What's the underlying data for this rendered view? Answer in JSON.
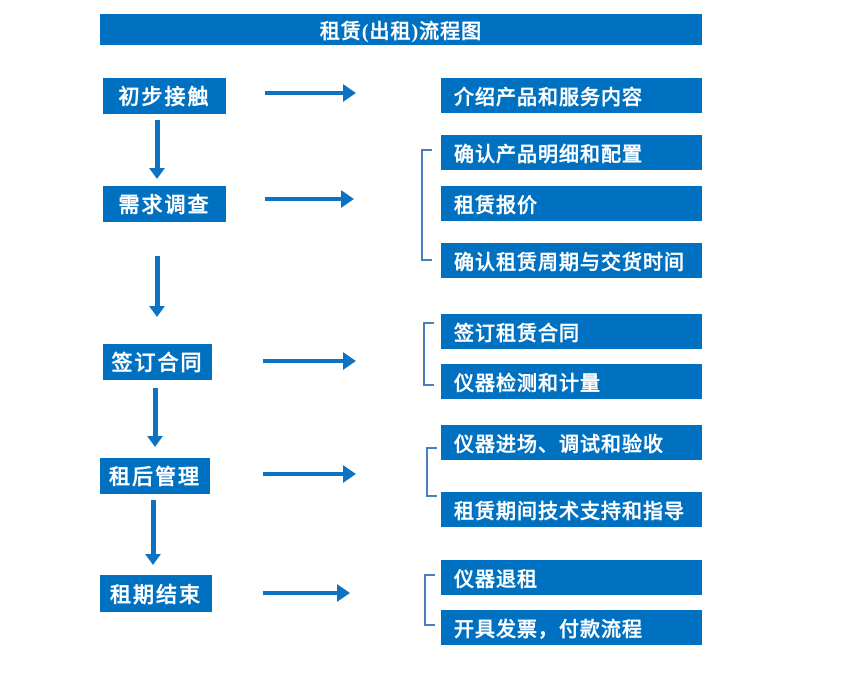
{
  "title": "租赁(出租)流程图",
  "stages": [
    {
      "label": "初步接触",
      "outputs": [
        "介绍产品和服务内容"
      ]
    },
    {
      "label": "需求调查",
      "outputs": [
        "确认产品明细和配置",
        "租赁报价",
        "确认租赁周期与交货时间"
      ]
    },
    {
      "label": "签订合同",
      "outputs": [
        "签订租赁合同",
        "仪器检测和计量"
      ]
    },
    {
      "label": "租后管理",
      "outputs": [
        "仪器进场、调试和验收",
        "租赁期间技术支持和指导"
      ]
    },
    {
      "label": "租期结束",
      "outputs": [
        "仪器退租",
        "开具发票，付款流程"
      ]
    }
  ],
  "colors": {
    "box_blue": "#0070C0",
    "arrow_blue": "#0d72c2",
    "bracket_blue": "#4a7ebb",
    "text_white": "#FFFFFF",
    "background": "#FFFFFF"
  }
}
